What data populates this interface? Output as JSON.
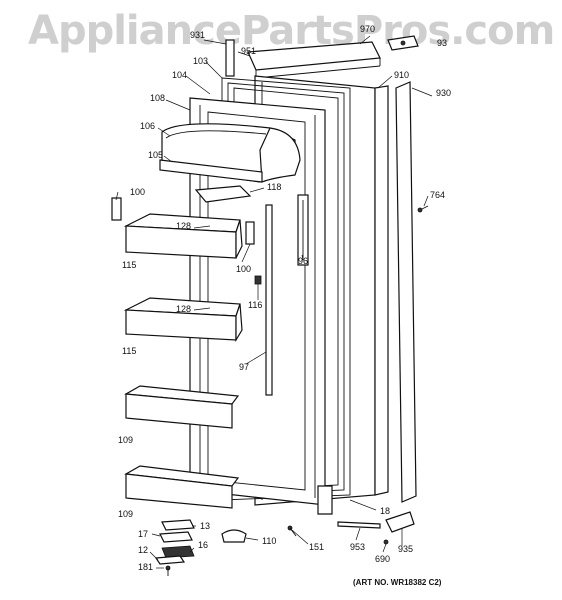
{
  "watermark": "AppliancePartsPros.com",
  "art_number": "(ART NO. WR18382 C2)",
  "callouts": [
    {
      "id": "931",
      "text": "931"
    },
    {
      "id": "970",
      "text": "970"
    },
    {
      "id": "93",
      "text": "93"
    },
    {
      "id": "951",
      "text": "951"
    },
    {
      "id": "103",
      "text": "103"
    },
    {
      "id": "104",
      "text": "104"
    },
    {
      "id": "910",
      "text": "910"
    },
    {
      "id": "930",
      "text": "930"
    },
    {
      "id": "108",
      "text": "108"
    },
    {
      "id": "106",
      "text": "106"
    },
    {
      "id": "105",
      "text": "105"
    },
    {
      "id": "118",
      "text": "118"
    },
    {
      "id": "100a",
      "text": "100"
    },
    {
      "id": "764",
      "text": "764"
    },
    {
      "id": "128a",
      "text": "128"
    },
    {
      "id": "96",
      "text": "96"
    },
    {
      "id": "115a",
      "text": "115"
    },
    {
      "id": "100b",
      "text": "100"
    },
    {
      "id": "116",
      "text": "116"
    },
    {
      "id": "128b",
      "text": "128"
    },
    {
      "id": "115b",
      "text": "115"
    },
    {
      "id": "97",
      "text": "97"
    },
    {
      "id": "109a",
      "text": "109"
    },
    {
      "id": "109b",
      "text": "109"
    },
    {
      "id": "18",
      "text": "18"
    },
    {
      "id": "13",
      "text": "13"
    },
    {
      "id": "17",
      "text": "17"
    },
    {
      "id": "110",
      "text": "110"
    },
    {
      "id": "151",
      "text": "151"
    },
    {
      "id": "16",
      "text": "16"
    },
    {
      "id": "12",
      "text": "12"
    },
    {
      "id": "953",
      "text": "953"
    },
    {
      "id": "935",
      "text": "935"
    },
    {
      "id": "181",
      "text": "181"
    },
    {
      "id": "690",
      "text": "690"
    }
  ]
}
